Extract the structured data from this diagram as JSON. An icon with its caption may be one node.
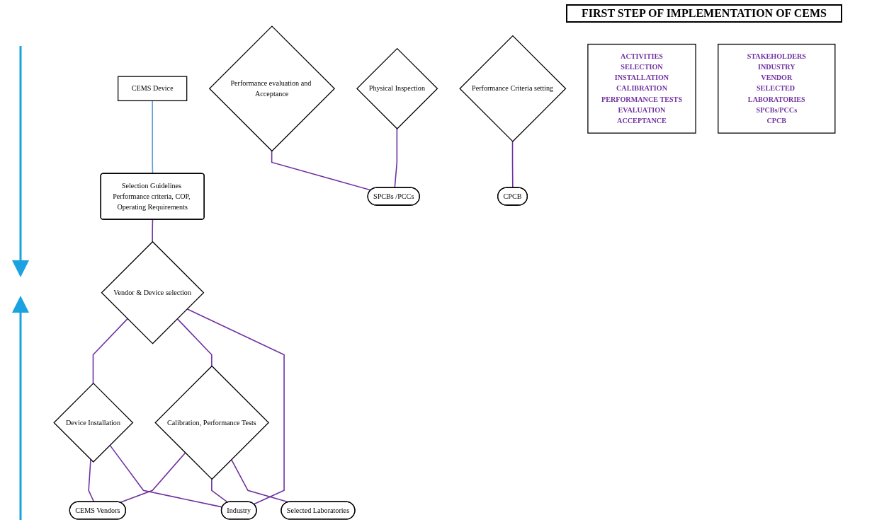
{
  "diagram": {
    "title": "FIRST STEP OF IMPLEMENTATION OF CEMS",
    "nodes": [
      {
        "text": [
          "CEMS Device"
        ]
      },
      {
        "text": [
          "Selection Guidelines Performance criteria, COP, Operating Requirements"
        ]
      },
      {
        "text": [
          "Vendor & Device selection"
        ]
      },
      {
        "text": [
          "Device Installation"
        ]
      },
      {
        "text": [
          "Calibration, Performance Tests"
        ]
      },
      {
        "text": [
          "Performance evaluation and Acceptance"
        ]
      },
      {
        "text": [
          "Performance Criteria setting"
        ]
      },
      {
        "text": [
          "Physical Inspection"
        ]
      },
      {
        "text": [
          "CEMS Vendors"
        ]
      },
      {
        "text": [
          "Industry"
        ]
      },
      {
        "text": [
          "Selected Laboratories"
        ]
      },
      {
        "text": [
          "SPCBs /PCCs"
        ]
      },
      {
        "text": [
          "CPCB"
        ]
      },
      {
        "text": [
          "ACTIVITIES",
          "SELECTION",
          "INSTALLATION",
          "CALIBRATION",
          "PERFORMANCE TESTS",
          "EVALUATION",
          "ACCEPTANCE"
        ]
      },
      {
        "text": [
          "STAKEHOLDERS",
          "INDUSTRY",
          "VENDOR",
          "SELECTED LABORATORIES",
          "SPCBs/PCCs",
          "CPCB"
        ]
      }
    ],
    "edges": [
      {
        "from": 0,
        "to": 1,
        "arrow": "none",
        "color": "#5b9bd5"
      },
      {
        "from": 1,
        "to": 2,
        "arrow": "none"
      },
      {
        "from": 2,
        "to": 3,
        "arrow": "none"
      },
      {
        "from": 2,
        "to": 4,
        "arrow": "none"
      },
      {
        "from": 2,
        "to": 9,
        "arrow": "none"
      },
      {
        "from": 3,
        "to": 8,
        "arrow": "none"
      },
      {
        "from": 3,
        "to": 9,
        "arrow": "none"
      },
      {
        "from": 4,
        "to": 8,
        "arrow": "none"
      },
      {
        "from": 4,
        "to": 9,
        "arrow": "none"
      },
      {
        "from": 4,
        "to": 10,
        "arrow": "none"
      },
      {
        "from": 5,
        "to": 11,
        "arrow": "none"
      },
      {
        "from": 6,
        "to": 12,
        "arrow": "none"
      },
      {
        "from": 7,
        "to": 11,
        "arrow": "none"
      }
    ]
  }
}
